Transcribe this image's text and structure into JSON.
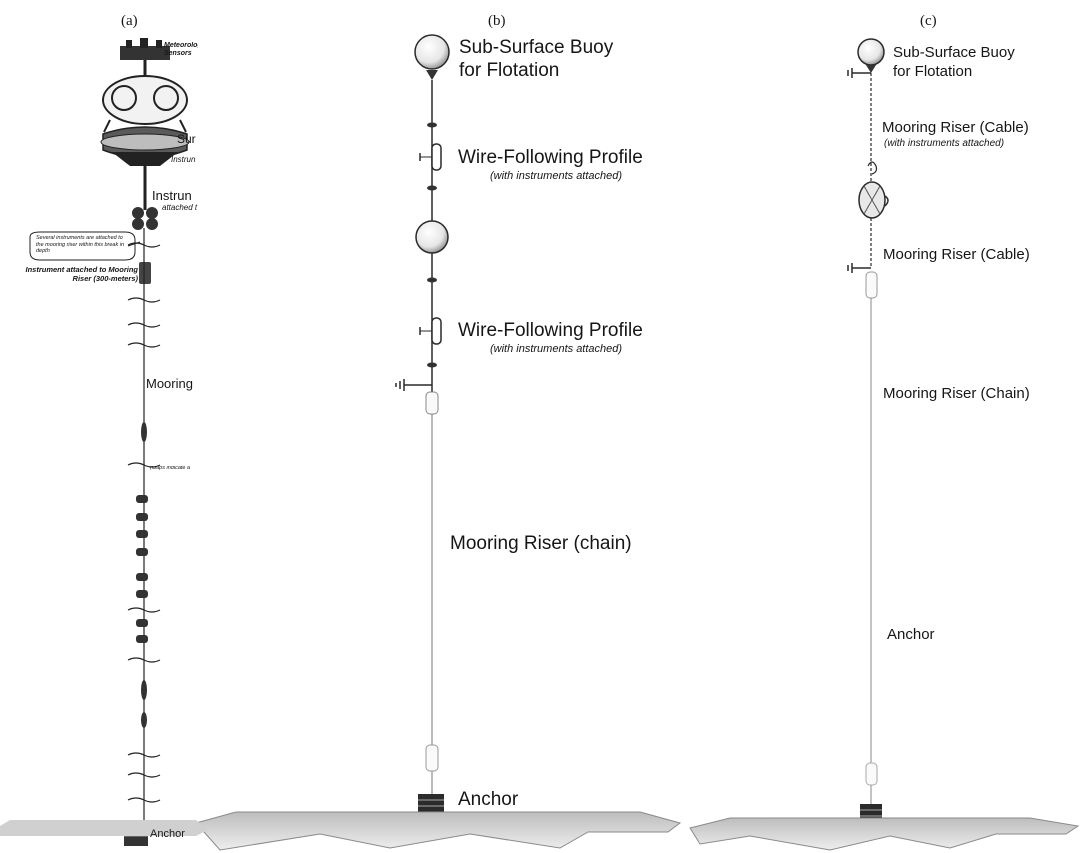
{
  "panels": {
    "a": {
      "tag": "(a)",
      "meteorological_sensors": "Meteorological Sensors",
      "surface_buoy": "Sur",
      "instruments_on_buoy": "Instrun",
      "instruments_label": "Instrun",
      "instruments_attached": "attached t",
      "callout": "Several instruments are attached to the mooring riser within this break in depth",
      "instrument_on_riser": "Instrument attached to Mooring Riser (300-meters)",
      "mooring": "Mooring",
      "gaps_note": "(Gaps indicate a",
      "anchor": "Anchor"
    },
    "b": {
      "tag": "(b)",
      "buoy_line1": "Sub-Surface Buoy",
      "buoy_line2": "for Flotation",
      "profiler_1": "Wire-Following Profile",
      "profiler_1_note": "(with instruments attached)",
      "profiler_2": "Wire-Following Profile",
      "profiler_2_note": "(with instruments attached)",
      "riser": "Mooring Riser (chain)",
      "anchor": "Anchor"
    },
    "c": {
      "tag": "(c)",
      "buoy_line1": "Sub-Surface Buoy",
      "buoy_line2": "for Flotation",
      "riser_cable_1": "Mooring Riser (Cable)",
      "riser_cable_1_note": "(with instruments attached)",
      "riser_cable_2": "Mooring Riser (Cable)",
      "riser_chain": "Mooring Riser (Chain)",
      "anchor": "Anchor"
    }
  },
  "colors": {
    "line": "#2a2a2a",
    "buoy_fill": "#eeeeee",
    "seafloor": "#d8d8d8"
  }
}
